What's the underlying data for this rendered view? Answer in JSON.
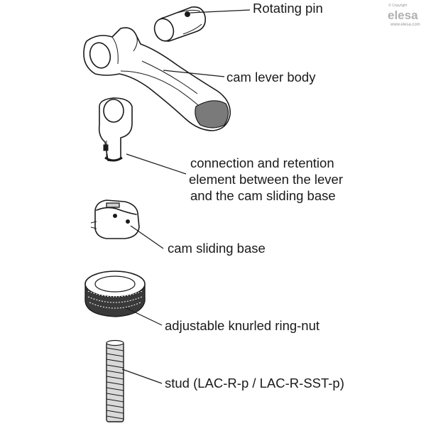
{
  "watermark": {
    "copyright": "© Copyright",
    "brand": "elesa",
    "url": "www.elesa.com"
  },
  "labels": {
    "rotating_pin": "Rotating pin",
    "cam_lever_body": "cam lever body",
    "connection_line1": "connection and retention",
    "connection_line2": "element between the lever",
    "connection_line3": "and the cam sliding base",
    "cam_sliding_base": "cam sliding base",
    "ring_nut": "adjustable knurled ring-nut",
    "stud": "stud (LAC-R-p / LAC-R-SST-p)"
  }
}
